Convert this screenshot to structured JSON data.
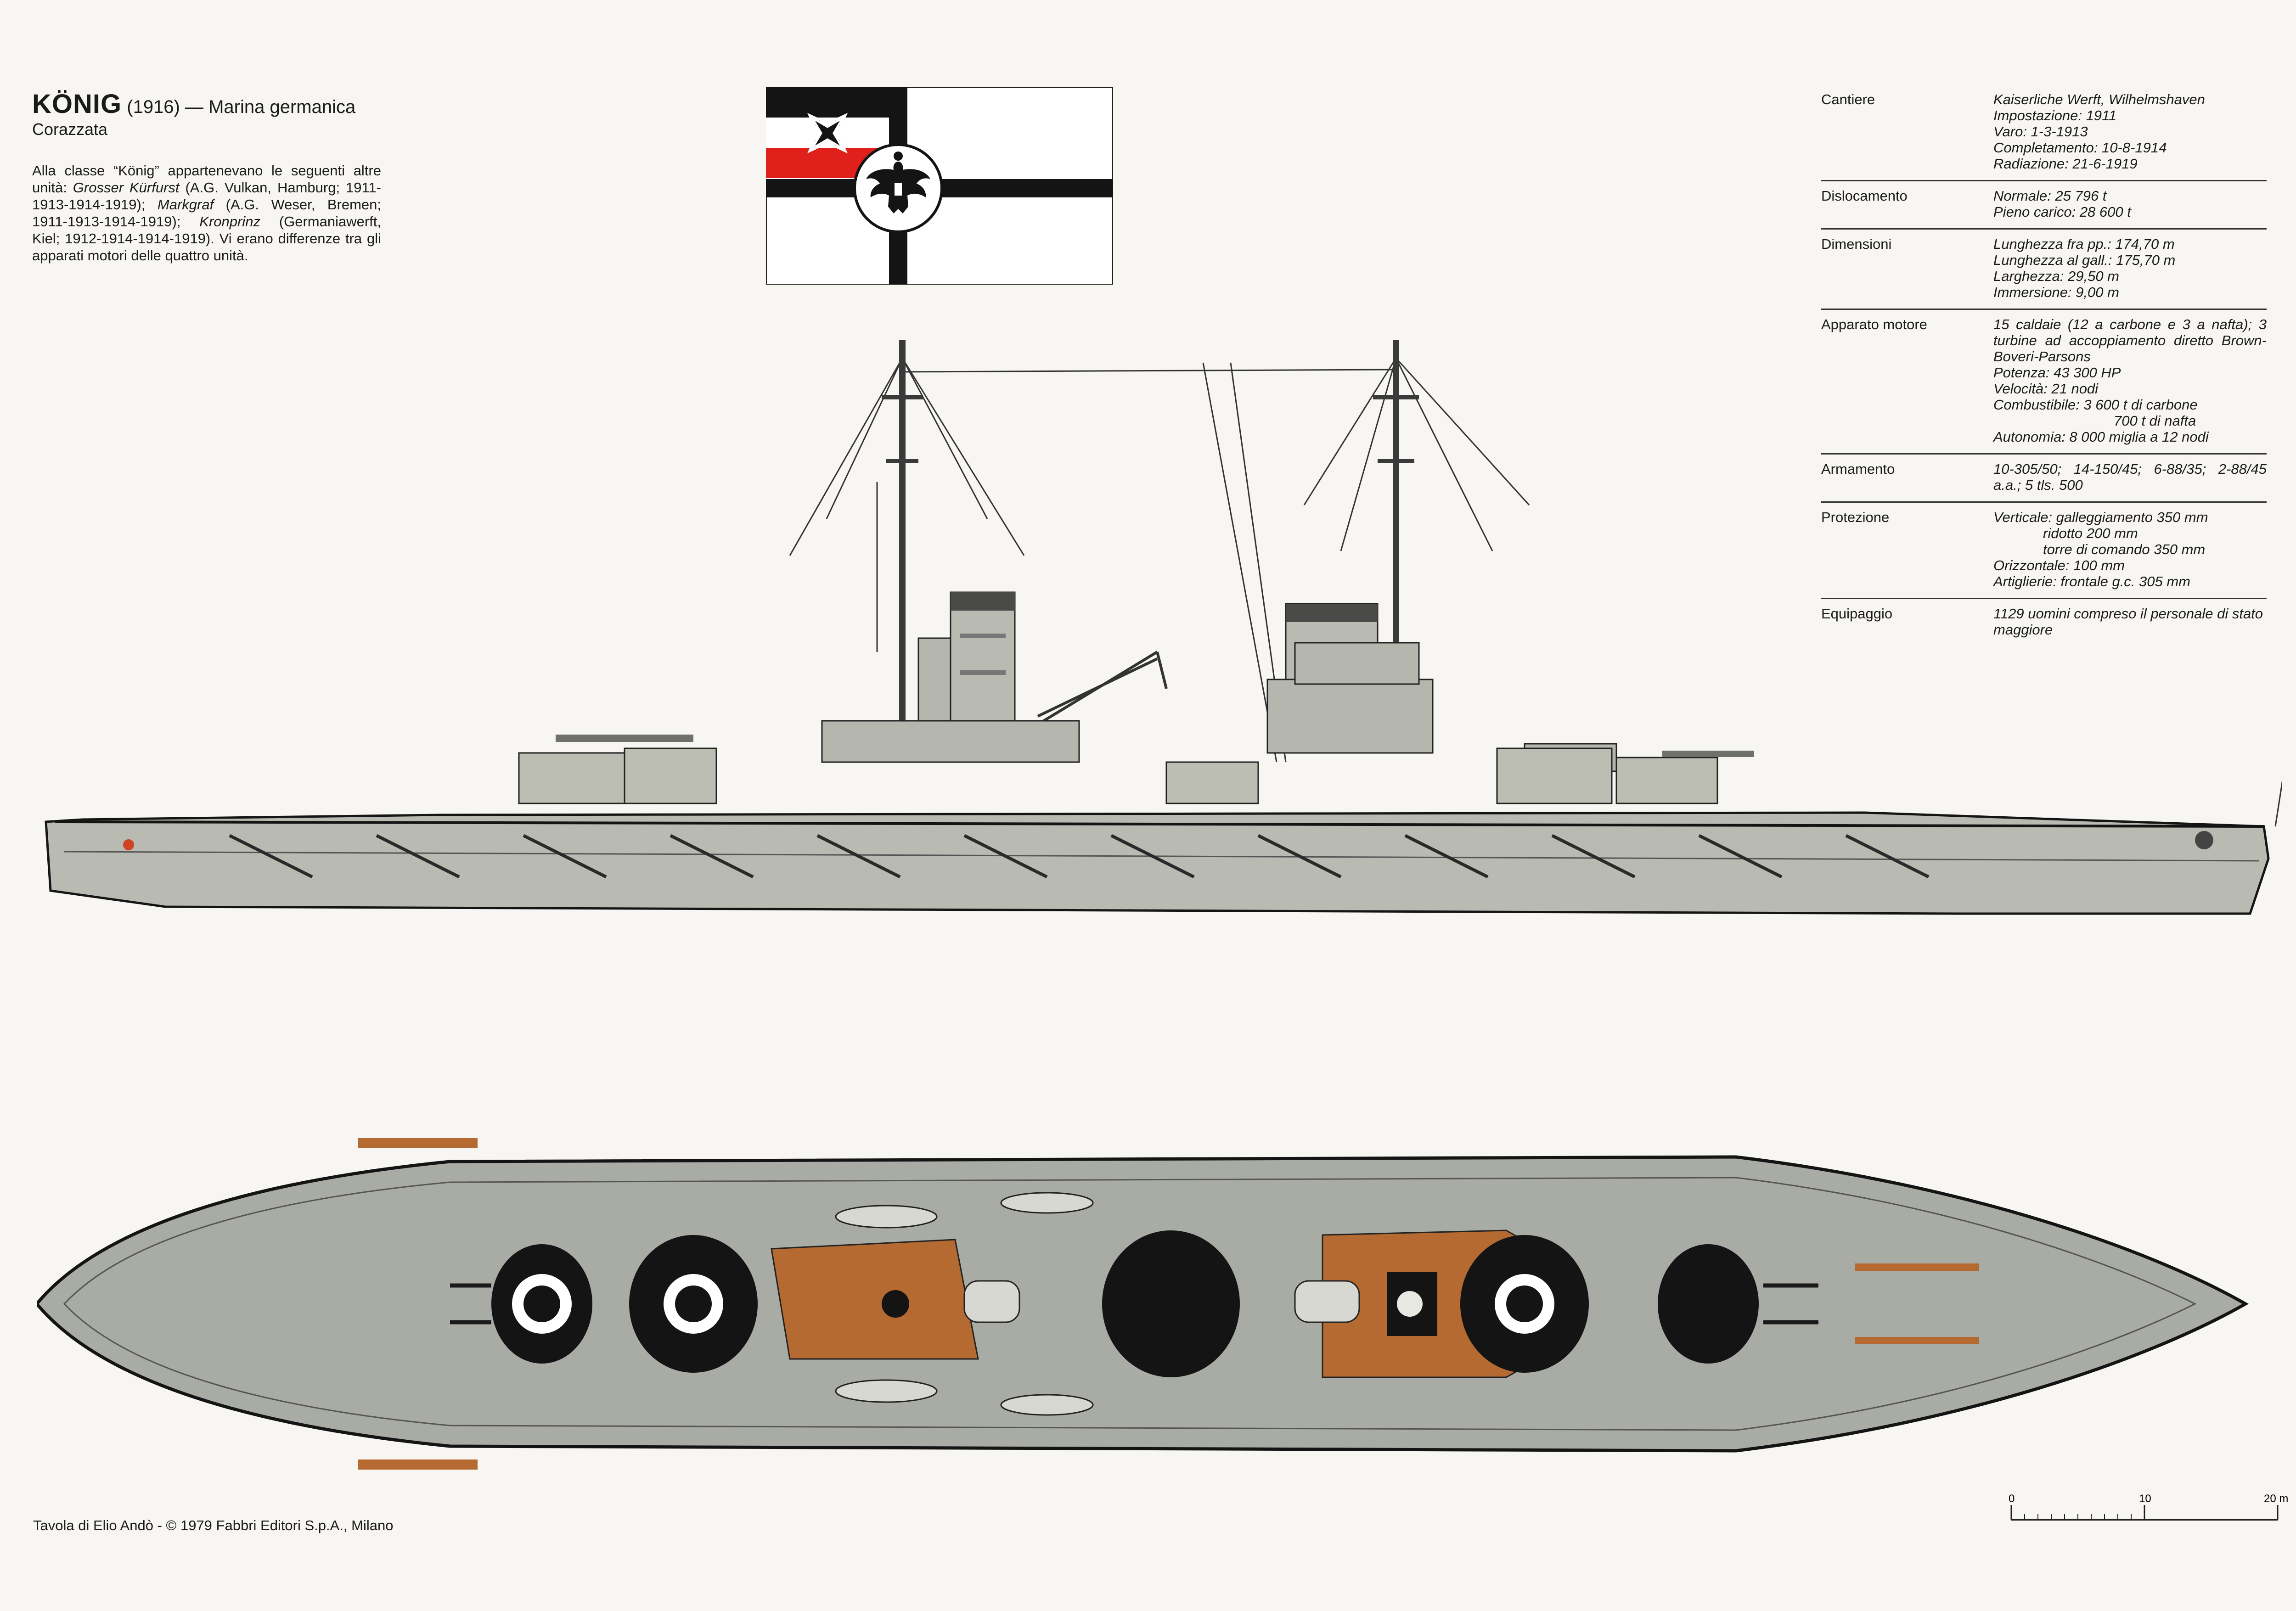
{
  "header": {
    "ship_name": "KÖNIG",
    "year": "(1916)",
    "navy": "— Marina germanica",
    "ship_type": "Corazzata",
    "description": [
      "Alla classe “König” appartenevano le seguenti altre unità: ",
      "Grosser Kürfurst",
      " (A.G. Vulkan, Hamburg; 1911-1913-1914-1919); ",
      "Markgraf",
      " (A.G. Weser, Bremen; 1911-1913-1914-1919); ",
      "Kronprinz",
      " (Germaniawerft, Kiel; 1912-1914-1914-1919). Vi erano differenze tra gli apparati motori delle quattro unità."
    ]
  },
  "specs": [
    {
      "label": "Cantiere",
      "lines": [
        "Kaiserliche Werft, Wilhelmshaven",
        "Impostazione: 1911",
        "Varo: 1-3-1913",
        "Completamento: 10-8-1914",
        "Radiazione: 21-6-1919"
      ]
    },
    {
      "label": "Dislocamento",
      "lines": [
        "Normale: 25 796 t",
        "Pieno carico: 28 600 t"
      ]
    },
    {
      "label": "Dimensioni",
      "lines": [
        "Lunghezza fra pp.: 174,70 m",
        "Lunghezza al gall.: 175,70 m",
        "Larghezza: 29,50 m",
        "Immersione: 9,00 m"
      ]
    },
    {
      "label": "Apparato motore",
      "lines": [
        "15 caldaie (12 a carbone e 3 a nafta); 3 turbine ad accoppiamento diretto Brown-Boveri-Parsons",
        "Potenza: 43 300 HP",
        "Velocità: 21 nodi",
        "Combustibile: 3 600 t di carbone",
        "700 t di nafta",
        "Autonomia: 8 000 miglia a 12 nodi"
      ]
    },
    {
      "label": "Armamento",
      "lines": [
        "10-305/50; 14-150/45; 6-88/35; 2-88/45 a.a.; 5 tls. 500"
      ]
    },
    {
      "label": "Protezione",
      "lines": [
        "Verticale: galleggiamento 350 mm",
        "ridotto 200 mm",
        "torre di comando 350 mm",
        "Orizzontale: 100 mm",
        "Artiglierie: frontale g.c. 305 mm"
      ]
    },
    {
      "label": "Equipaggio",
      "lines": [
        "1129 uomini compreso il personale di stato maggiore"
      ]
    }
  ],
  "credit": "Tavola di Elio Andò - © 1979 Fabbri Editori S.p.A., Milano",
  "scale": {
    "labels": [
      "0",
      "10",
      "20 m"
    ]
  },
  "colors": {
    "hull": "#b9bbb2",
    "hull_dark": "#8d8f88",
    "deck": "#a9aba5",
    "planking": "#b56a32",
    "black": "#141414",
    "flag_red": "#e0201a",
    "background": "#f7f6f2"
  }
}
